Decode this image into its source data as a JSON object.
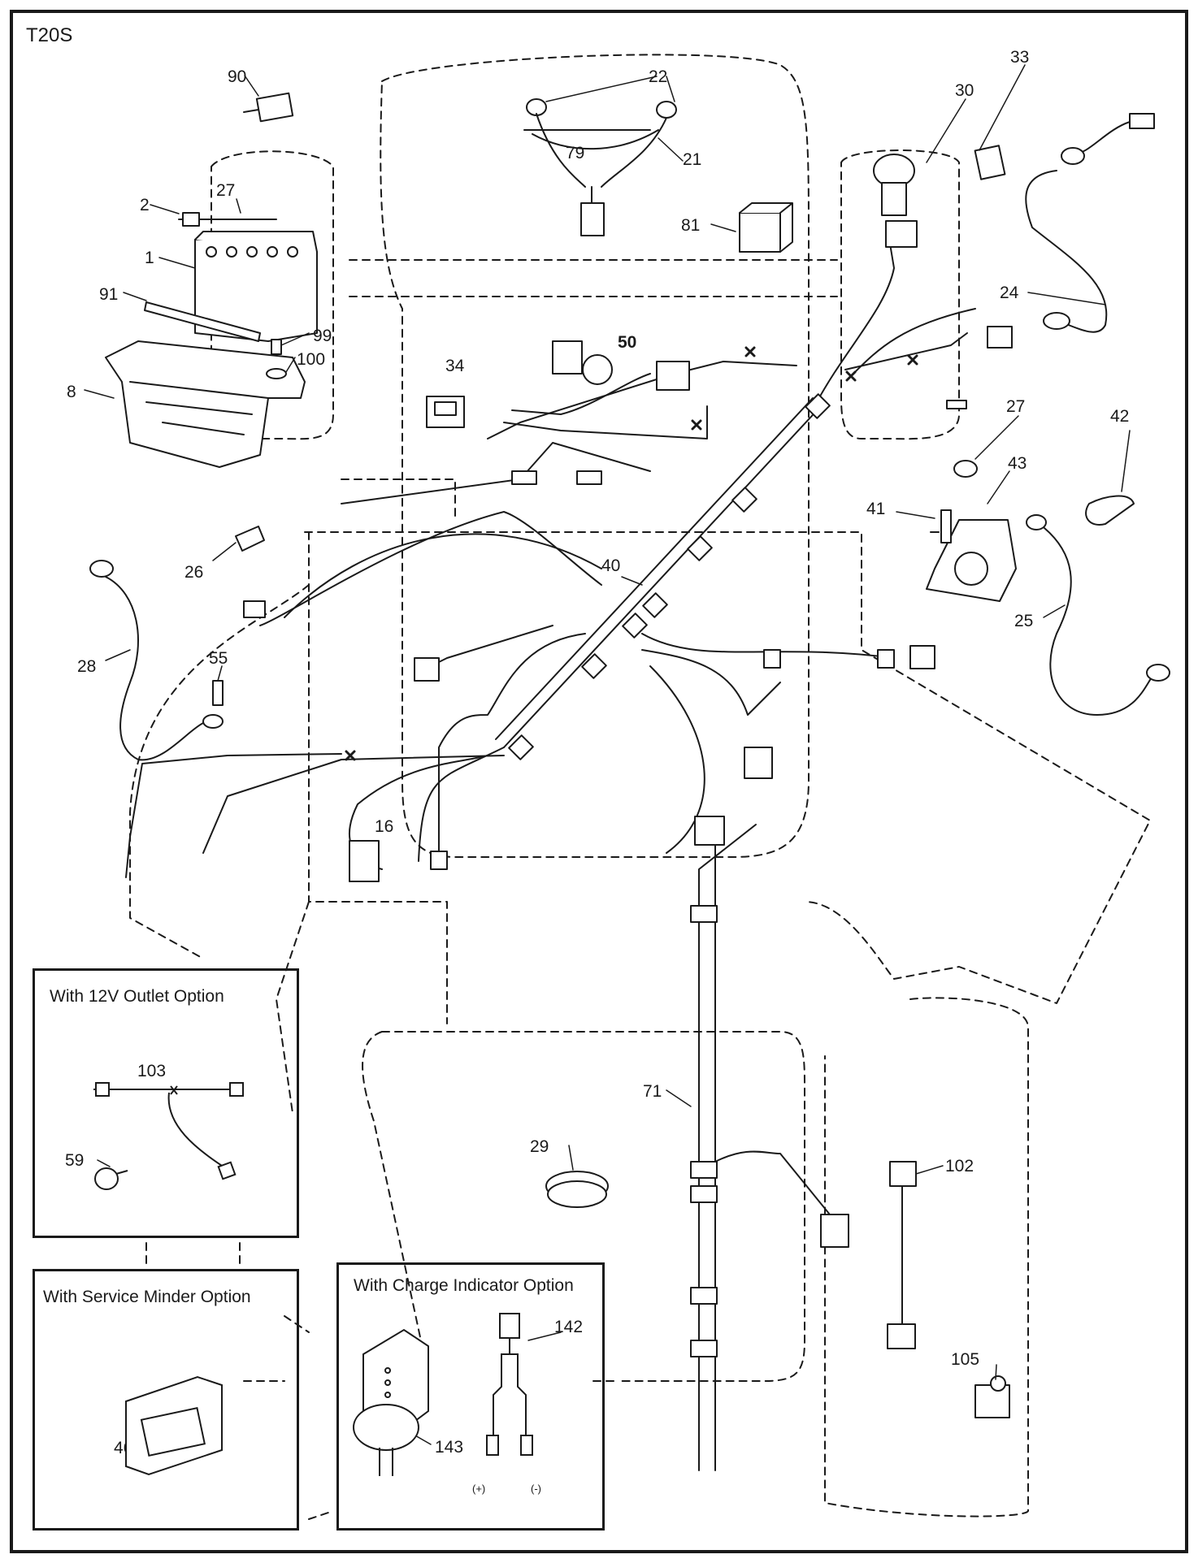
{
  "sheet_code": "T20S",
  "callouts": [
    {
      "key": "p90",
      "text": "90"
    },
    {
      "key": "p22",
      "text": "22"
    },
    {
      "key": "p33",
      "text": "33"
    },
    {
      "key": "p30",
      "text": "30"
    },
    {
      "key": "p79",
      "text": "79"
    },
    {
      "key": "p21",
      "text": "21"
    },
    {
      "key": "p27a",
      "text": "27"
    },
    {
      "key": "p2",
      "text": "2"
    },
    {
      "key": "p1",
      "text": "1"
    },
    {
      "key": "p81",
      "text": "81"
    },
    {
      "key": "p24",
      "text": "24"
    },
    {
      "key": "p91",
      "text": "91"
    },
    {
      "key": "p99",
      "text": "99"
    },
    {
      "key": "p100",
      "text": "100"
    },
    {
      "key": "p50",
      "text": "50"
    },
    {
      "key": "p34",
      "text": "34"
    },
    {
      "key": "p8",
      "text": "8"
    },
    {
      "key": "p27b",
      "text": "27"
    },
    {
      "key": "p42",
      "text": "42"
    },
    {
      "key": "p43",
      "text": "43"
    },
    {
      "key": "p41",
      "text": "41"
    },
    {
      "key": "p26",
      "text": "26"
    },
    {
      "key": "p40",
      "text": "40"
    },
    {
      "key": "p25",
      "text": "25"
    },
    {
      "key": "p28",
      "text": "28"
    },
    {
      "key": "p55",
      "text": "55"
    },
    {
      "key": "p16",
      "text": "16"
    },
    {
      "key": "p103",
      "text": "103"
    },
    {
      "key": "p71",
      "text": "71"
    },
    {
      "key": "p59",
      "text": "59"
    },
    {
      "key": "p29",
      "text": "29"
    },
    {
      "key": "p102",
      "text": "102"
    },
    {
      "key": "p142",
      "text": "142"
    },
    {
      "key": "p105",
      "text": "105"
    },
    {
      "key": "p46",
      "text": "46"
    },
    {
      "key": "p143",
      "text": "143"
    }
  ],
  "option_boxes": {
    "outlet_12v": "With 12V Outlet Option",
    "service_minder": "With Service Minder Option",
    "charge_indicator": "With Charge Indicator Option"
  },
  "polarity": {
    "positive": "(+)",
    "negative": "(-)"
  }
}
